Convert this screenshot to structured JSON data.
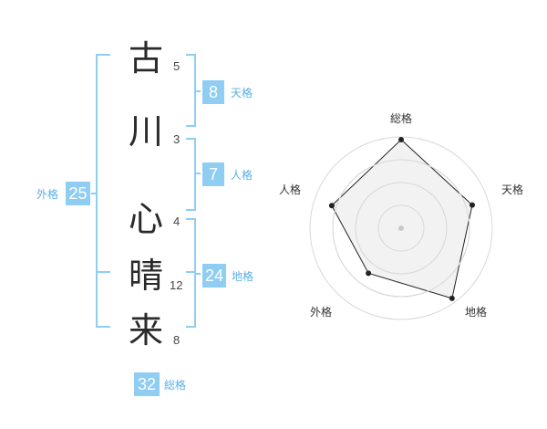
{
  "name": {
    "chars": [
      {
        "char": "古",
        "strokes": "5"
      },
      {
        "char": "川",
        "strokes": "3"
      },
      {
        "char": "心",
        "strokes": "4"
      },
      {
        "char": "晴",
        "strokes": "12"
      },
      {
        "char": "来",
        "strokes": "8"
      }
    ]
  },
  "fortune": {
    "tenkaku": {
      "value": "8",
      "label": "天格"
    },
    "jinkaku": {
      "value": "7",
      "label": "人格"
    },
    "chikaku": {
      "value": "24",
      "label": "地格"
    },
    "gaikaku": {
      "value": "25",
      "label": "外格"
    },
    "soukaku": {
      "value": "32",
      "label": "総格"
    }
  },
  "colors": {
    "accent": "#8fcdf2",
    "label": "#5aaee6",
    "bracket": "#8fcdf2",
    "radar_fill": "#f0f0f0",
    "radar_grid": "#d8d8d8",
    "radar_line": "#222222"
  },
  "chart_data": {
    "type": "radar",
    "axes": [
      "総格",
      "天格",
      "地格",
      "外格",
      "人格"
    ],
    "values": [
      0.97,
      0.82,
      0.95,
      0.61,
      0.8
    ],
    "rings": 4
  }
}
